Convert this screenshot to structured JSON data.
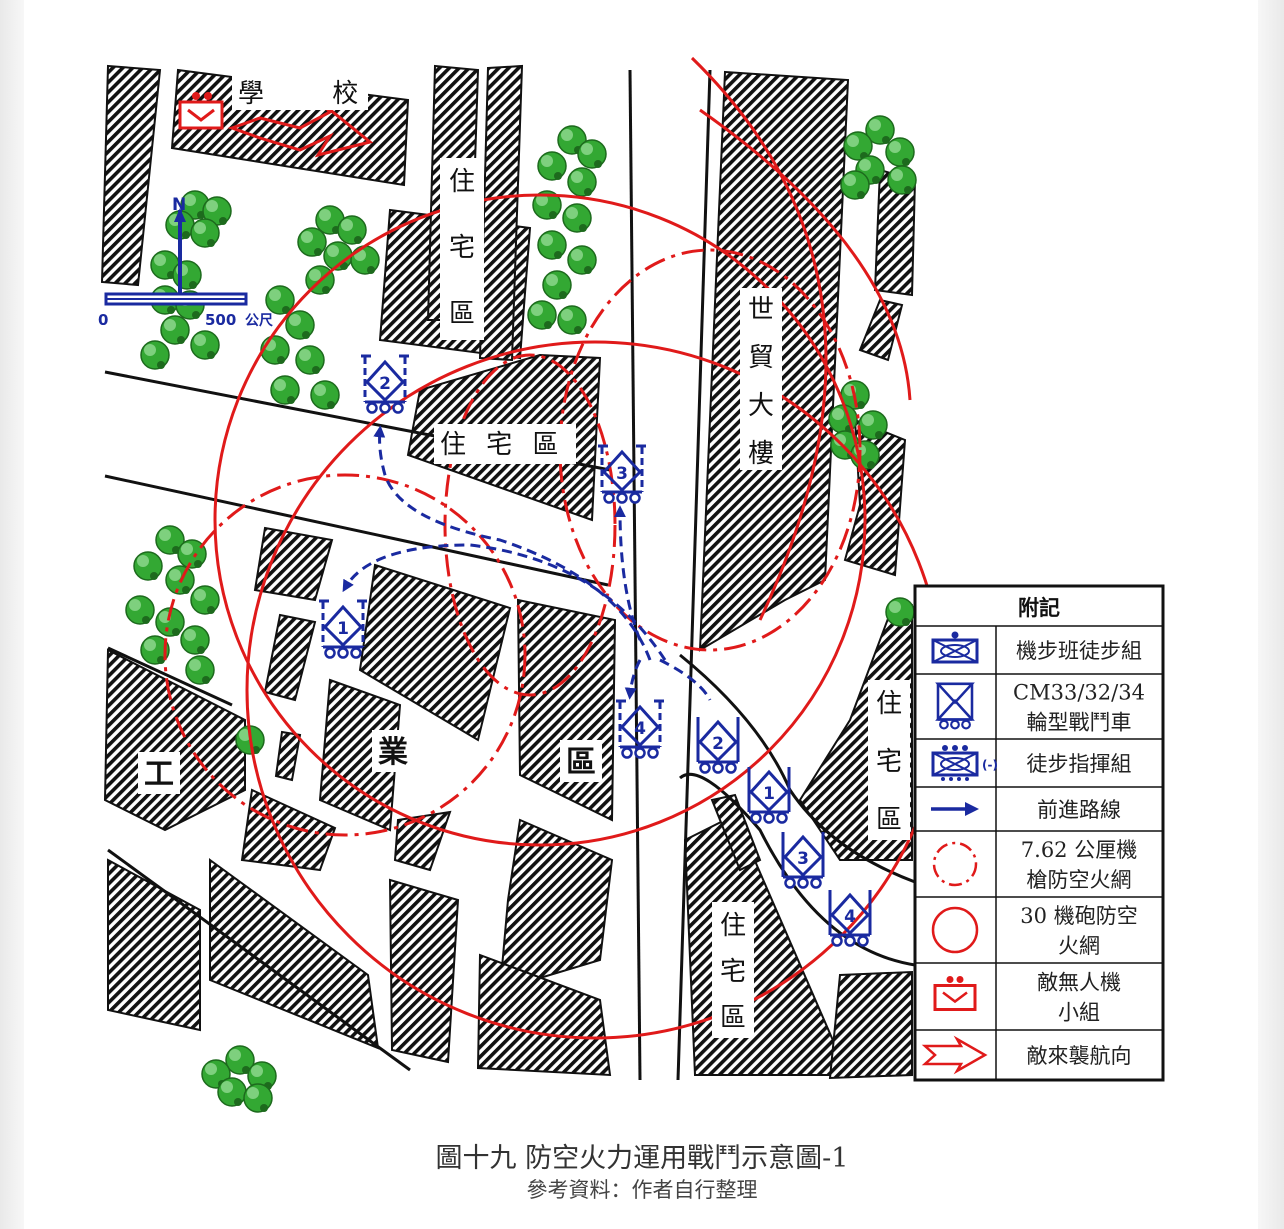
{
  "labels": {
    "school": "學 校",
    "res_nw": "住宅區",
    "res_mid": "住 宅 區",
    "wtc": "世貿大樓",
    "res_east": "住宅區",
    "res_south": "住宅區",
    "ind1": "工",
    "ind2": "業",
    "ind3": "區"
  },
  "scale": {
    "north": "N",
    "zero": "0",
    "dist": "500",
    "unit": "公尺"
  },
  "units": [
    {
      "name": "vehicle-2-nw",
      "num": "2"
    },
    {
      "name": "vehicle-3-center",
      "num": "3"
    },
    {
      "name": "vehicle-1-west",
      "num": "1"
    },
    {
      "name": "vehicle-4-south",
      "num": "4"
    },
    {
      "name": "vehicle-2-road",
      "num": "2"
    },
    {
      "name": "vehicle-1-road",
      "num": "1"
    },
    {
      "name": "vehicle-3-road",
      "num": "3"
    },
    {
      "name": "vehicle-4-road",
      "num": "4"
    }
  ],
  "legend": {
    "title": "附記",
    "rows": [
      {
        "icon": "infantry-squad-icon",
        "text": [
          "機步班徒步組"
        ]
      },
      {
        "icon": "wheeled-vehicle-icon",
        "text": [
          "CM33/32/34",
          "輪型戰鬥車"
        ]
      },
      {
        "icon": "command-group-icon",
        "text": [
          "徒步指揮組"
        ],
        "suffix": "(-)"
      },
      {
        "icon": "advance-arrow-icon",
        "text": [
          "前進路線"
        ]
      },
      {
        "icon": "mg-airdefense-net-icon",
        "text": [
          "7.62 公厘機",
          "槍防空火網"
        ]
      },
      {
        "icon": "gun-airdefense-net-icon",
        "text": [
          "30 機砲防空",
          "火網"
        ]
      },
      {
        "icon": "enemy-drone-team-icon",
        "text": [
          "敵無人機",
          "小組"
        ]
      },
      {
        "icon": "attack-direction-icon",
        "text": [
          "敵來襲航向"
        ]
      }
    ]
  },
  "caption": {
    "title": "圖十九 防空火力運用戰鬥示意圖-1",
    "source": "參考資料：作者自行整理"
  },
  "colors": {
    "friendly": "#1a2aa0",
    "enemy": "#e01a1a",
    "tree": "#2e9a2e"
  }
}
